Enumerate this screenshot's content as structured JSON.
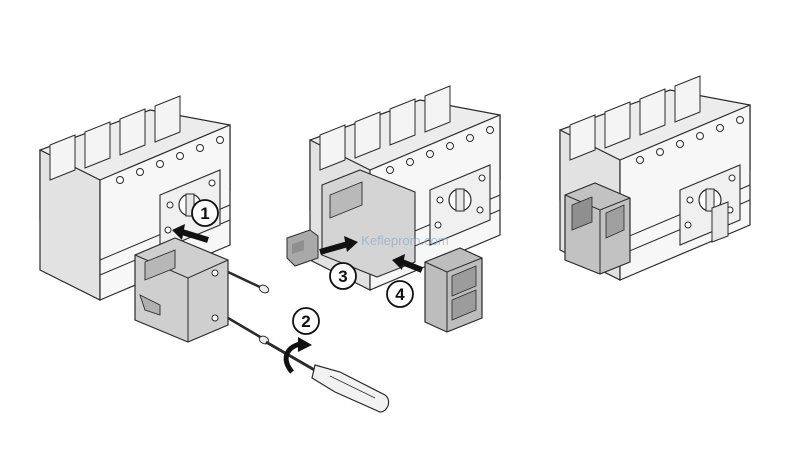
{
  "steps": [
    {
      "label": "1"
    },
    {
      "label": "2"
    },
    {
      "label": "3"
    },
    {
      "label": "4"
    }
  ],
  "watermark": {
    "text": "Kefleprom.com"
  },
  "colors": {
    "outline": "#2b2b2b",
    "body_light": "#efefef",
    "body_mid": "#e0e0e0",
    "body_dark": "#cfcfcf",
    "contact_block": "#bdbdbd",
    "contact_block_dark": "#9c9c9c",
    "arrow": "#111111",
    "badge_fill": "#ffffff"
  }
}
